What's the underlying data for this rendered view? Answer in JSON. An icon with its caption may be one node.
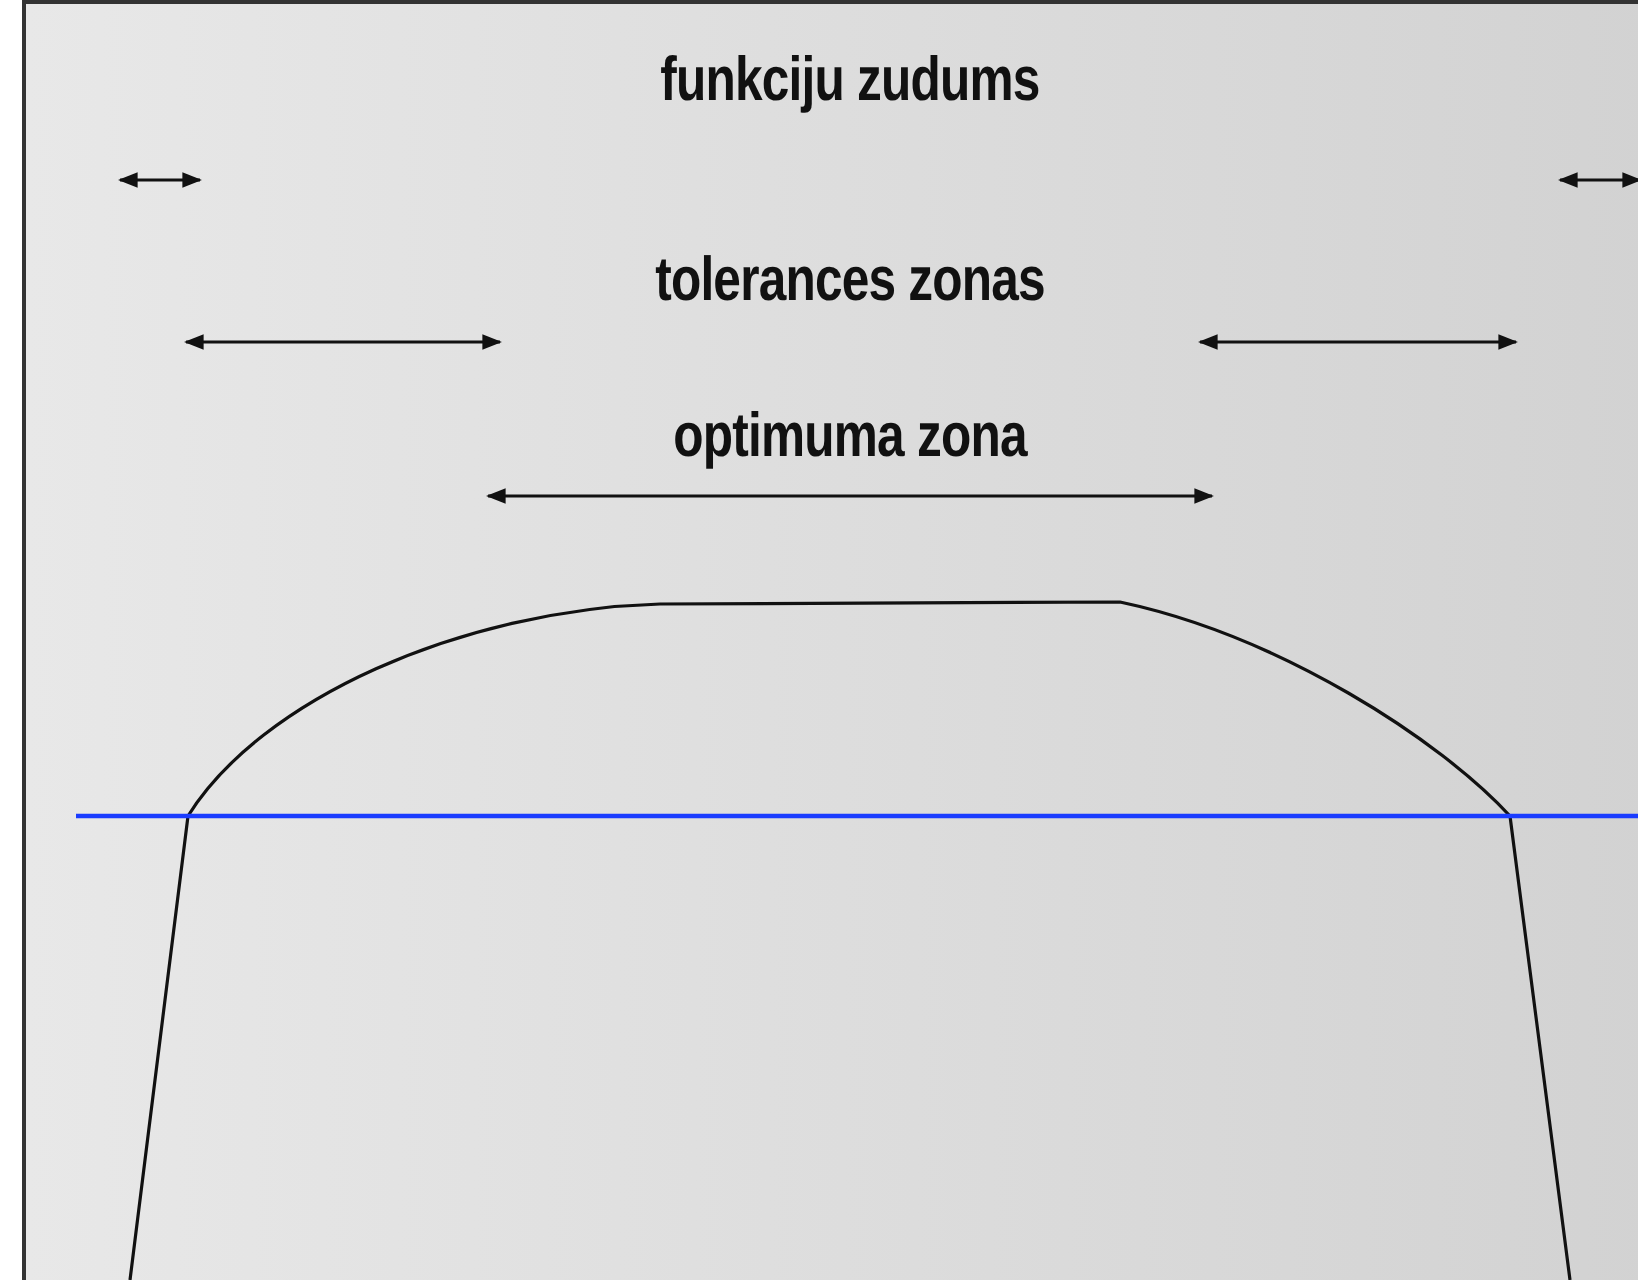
{
  "diagram": {
    "labels": [
      "funkciju zudums",
      "tolerances zonas",
      "optimuma zona"
    ]
  }
}
